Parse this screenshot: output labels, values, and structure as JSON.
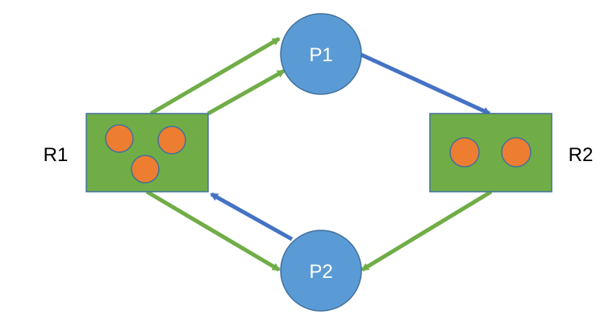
{
  "diagram": {
    "processes": [
      {
        "id": "P1",
        "label": "P1"
      },
      {
        "id": "P2",
        "label": "P2"
      }
    ],
    "resources": [
      {
        "id": "R1",
        "label": "R1",
        "instances": 3
      },
      {
        "id": "R2",
        "label": "R2",
        "instances": 2
      }
    ],
    "edges": [
      {
        "from": "R1",
        "to": "P1",
        "kind": "assignment",
        "color": "#70ad47"
      },
      {
        "from": "R1",
        "to": "P1",
        "kind": "assignment",
        "color": "#70ad47"
      },
      {
        "from": "R1",
        "to": "P2",
        "kind": "assignment",
        "color": "#70ad47"
      },
      {
        "from": "R2",
        "to": "P2",
        "kind": "assignment",
        "color": "#70ad47"
      },
      {
        "from": "P1",
        "to": "R2",
        "kind": "request",
        "color": "#4472c4"
      },
      {
        "from": "P2",
        "to": "R1",
        "kind": "request",
        "color": "#4472c4"
      }
    ],
    "colors": {
      "process_fill": "#5b9bd5",
      "process_stroke": "#41719c",
      "resource_fill": "#70ad47",
      "resource_stroke": "#41719c",
      "instance_fill": "#ed7d31",
      "instance_stroke": "#41719c",
      "assignment_edge": "#70ad47",
      "request_edge": "#4472c4"
    }
  }
}
